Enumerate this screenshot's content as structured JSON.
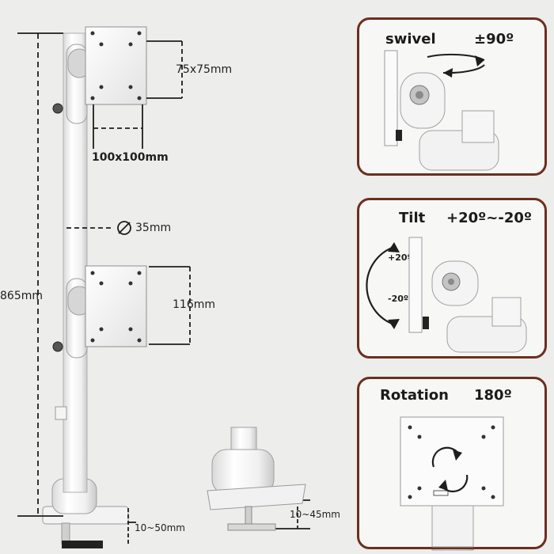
{
  "dimensions": {
    "vesa_small": "75x75mm",
    "vesa_large": "100x100mm",
    "pole_diameter": "35mm",
    "plate_height": "116mm",
    "total_height": "865mm",
    "clamp_range": "10~50mm",
    "grommet_range": "10~45mm"
  },
  "panels": {
    "swivel": {
      "label": "swivel",
      "value": "±90º"
    },
    "tilt": {
      "label": "Tilt",
      "value": "+20º~-20º",
      "up_mark": "+20º",
      "down_mark": "-20º"
    },
    "rotation": {
      "label": "Rotation",
      "value": "180º"
    }
  },
  "colors": {
    "background": "#ededeb",
    "panel_border": "#6b2e20",
    "mount_white": "#ffffff",
    "line": "#1e1e1e"
  }
}
